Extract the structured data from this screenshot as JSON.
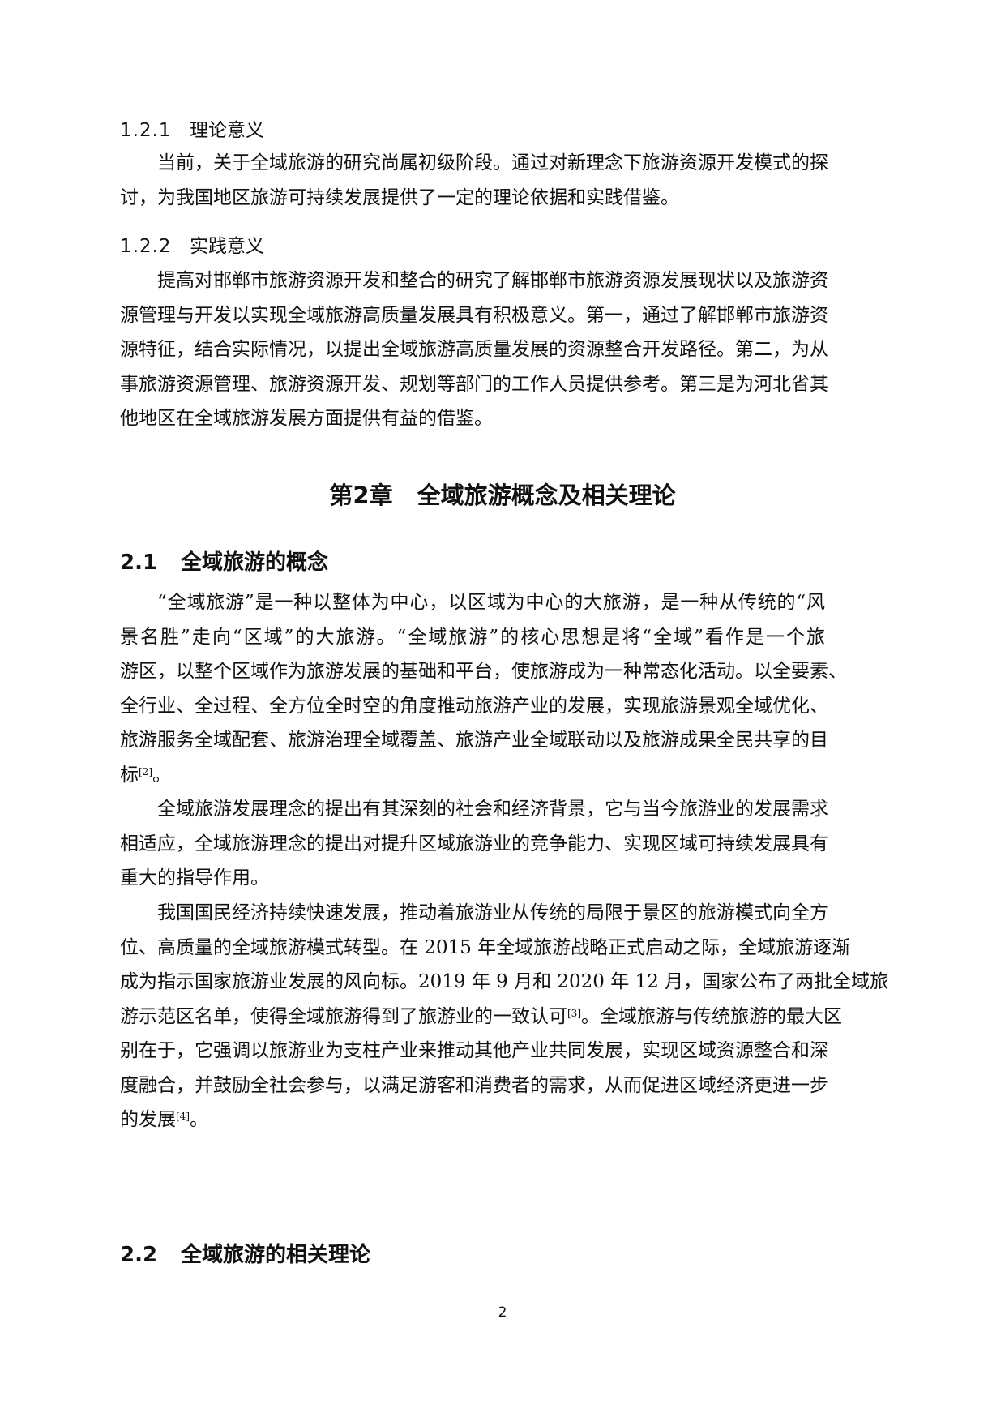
{
  "sections": {
    "s121": {
      "number": "1.2.1",
      "title": "理论意义"
    },
    "s121_p1": [
      "当前，关于全域旅游的研究尚属初级阶段。通过对新理念下旅游资源开发模式的探",
      "讨，为我国地区旅游可持续发展提供了一定的理论依据和实践借鉴。"
    ],
    "s122": {
      "number": "1.2.2",
      "title": "实践意义"
    },
    "s122_p1": [
      "提高对邯郸市旅游资源开发和整合的研究了解邯郸市旅游资源发展现状以及旅游资",
      "源管理与开发以实现全域旅游高质量发展具有积极意义。第一，通过了解邯郸市旅游资",
      "源特征，结合实际情况，以提出全域旅游高质量发展的资源整合开发路径。第二，为从",
      "事旅游资源管理、旅游资源开发、规划等部门的工作人员提供参考。第三是为河北省其",
      "他地区在全域旅游发展方面提供有益的借鉴。"
    ],
    "chapter2": {
      "label": "第2章",
      "title": "全域旅游概念及相关理论"
    },
    "s21": {
      "number": "2.1",
      "title": "全域旅游的概念"
    },
    "s21_p1": [
      "“全域旅游”是一种以整体为中心，以区域为中心的大旅游，是一种从传统的“风",
      "景名胜”走向“区域”的大旅游。“全域旅游”的核心思想是将“全域”看作是一个旅",
      "游区，以整个区域作为旅游发展的基础和平台，使旅游成为一种常态化活动。以全要素、",
      "全行业、全过程、全方位全时空的角度推动旅游产业的发展，实现旅游景观全域优化、",
      "旅游服务全域配套、旅游治理全域覆盖、旅游产业全域联动以及旅游成果全民共享的目"
    ],
    "s21_p1_last": {
      "text": "标",
      "cite": "[2]",
      "tail": "。"
    },
    "s21_p2": [
      "全域旅游发展理念的提出有其深刻的社会和经济背景，它与当今旅游业的发展需求",
      "相适应，全域旅游理念的提出对提升区域旅游业的竞争能力、实现区域可持续发展具有",
      "重大的指导作用。"
    ],
    "s21_p3": [
      "我国国民经济持续快速发展，推动着旅游业从传统的局限于景区的旅游模式向全方",
      "位、高质量的全域旅游模式转型。在 2015 年全域旅游战略正式启动之际，全域旅游逐渐",
      "成为指示国家旅游业发展的风向标。2019 年 9 月和 2020 年 12 月，国家公布了两批全域旅"
    ],
    "s21_p3_cite_line": {
      "pre": "游示范区名单，使得全域旅游得到了旅游业的一致认可",
      "cite": "[3]",
      "post": "。全域旅游与传统旅游的最大区"
    },
    "s21_p3_rest": [
      "别在于，它强调以旅游业为支柱产业来推动其他产业共同发展，实现区域资源整合和深",
      "度融合，并鼓励全社会参与，以满足游客和消费者的需求，从而促进区域经济更进一步"
    ],
    "s21_p3_last": {
      "text": "的发展",
      "cite": "[4]",
      "tail": "。"
    },
    "s22": {
      "number": "2.2",
      "title": "全域旅游的相关理论"
    }
  },
  "footer": {
    "page_number": "2"
  }
}
